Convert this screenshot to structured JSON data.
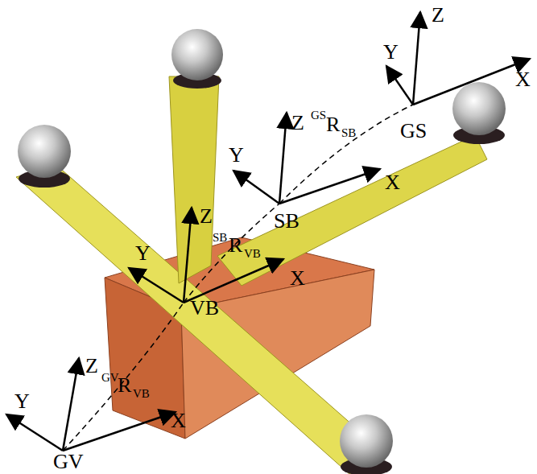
{
  "diagram": {
    "labels": [
      "Z",
      "Y",
      "X",
      "GS",
      "Z",
      "GS",
      "R",
      "SB",
      "Y",
      "X",
      "SB",
      "Z",
      "SB",
      "R",
      "VB",
      "Y",
      "X",
      "VB",
      "Z",
      "GV",
      "R",
      "VB",
      "Y",
      "X",
      "GV"
    ]
  }
}
